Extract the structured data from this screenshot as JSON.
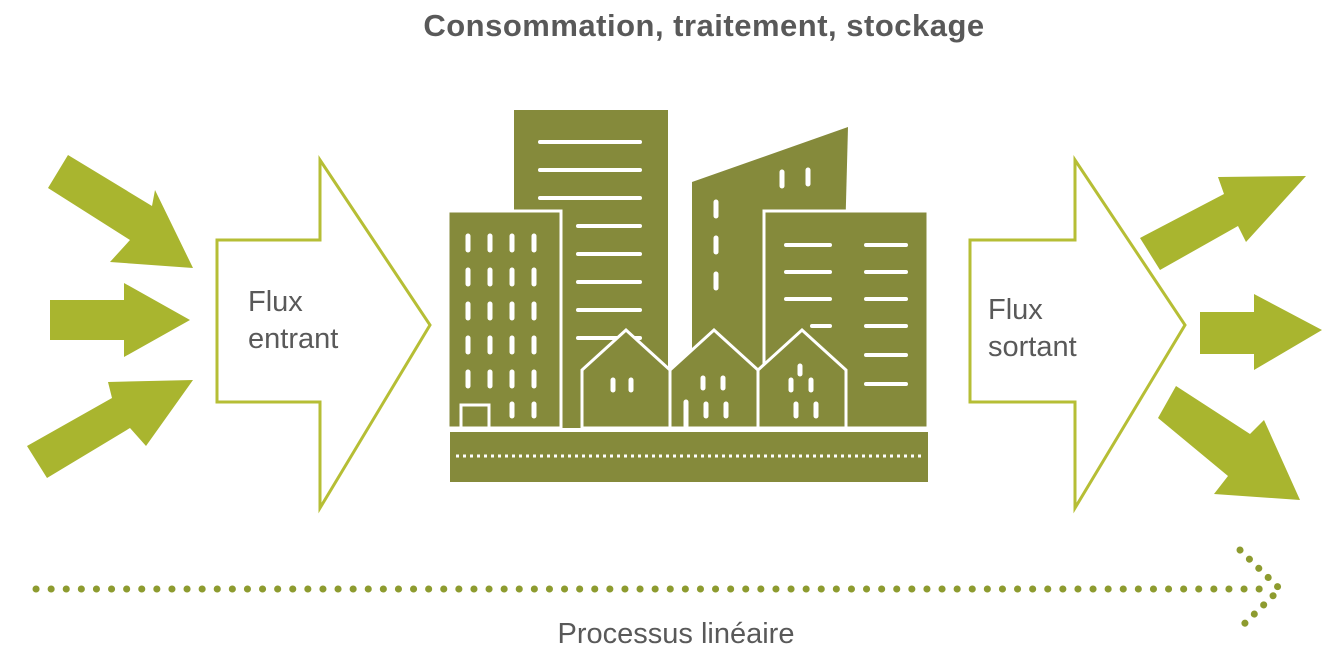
{
  "diagram": {
    "title": "Consommation, traitement, stockage",
    "inflow": {
      "line1": "Flux",
      "line2": "entrant"
    },
    "outflow": {
      "line1": "Flux",
      "line2": "sortant"
    },
    "footer": "Processus linéaire"
  },
  "colors": {
    "arrow": "#a9b52f",
    "arrow_outline": "#b6be35",
    "building": "#858a3b",
    "dots": "#8d9b2f",
    "text": "#595959"
  }
}
